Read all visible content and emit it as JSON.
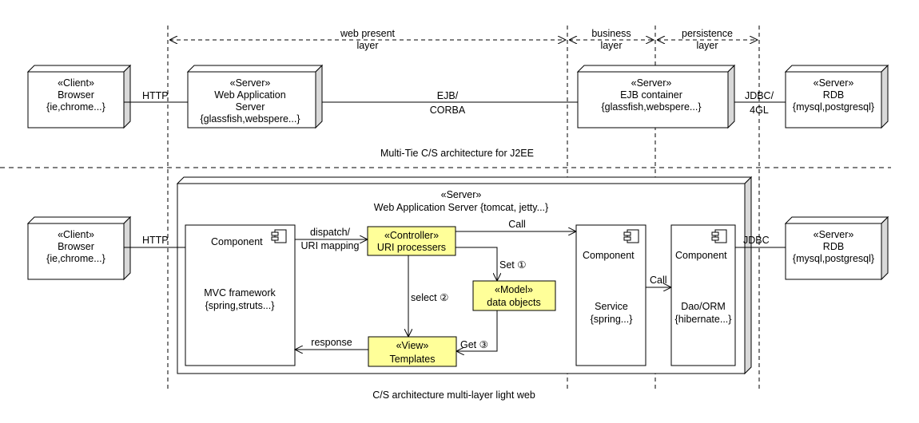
{
  "layers": {
    "web_present": [
      "web present",
      "layer"
    ],
    "business": [
      "business",
      "layer"
    ],
    "persistence": [
      "persistence",
      "layer"
    ]
  },
  "top": {
    "client": [
      "«Client»",
      "Browser",
      "{ie,chrome...}"
    ],
    "http": "HTTP",
    "web_server": [
      "«Server»",
      "Web Application",
      "Server",
      "{glassfish,webspere...}"
    ],
    "ejb_link": [
      "EJB/",
      "CORBA"
    ],
    "ejb_server": [
      "«Server»",
      "EJB container",
      "{glassfish,webspere...}"
    ],
    "jdbc": [
      "JDBC/",
      "4GL"
    ],
    "rdb": [
      "«Server»",
      "RDB",
      "{mysql,postgresql}"
    ],
    "caption": "Multi-Tie C/S architecture for J2EE"
  },
  "bottom": {
    "client": [
      "«Client»",
      "Browser",
      "{ie,chrome...}"
    ],
    "http": "HTTP",
    "server": [
      "«Server»",
      "Web Application Server {tomcat, jetty...}"
    ],
    "mvc": {
      "label": "Component",
      "name": [
        "MVC framework",
        "{spring,struts...}"
      ]
    },
    "dispatch": [
      "dispatch/",
      "URI mapping"
    ],
    "controller": [
      "«Controller»",
      "URI processers"
    ],
    "model": [
      "«Model»",
      "data objects"
    ],
    "view": [
      "«View»",
      "Templates"
    ],
    "set": "Set ①",
    "select": "select ②",
    "get": "Get ③",
    "response": "response",
    "call": "Call",
    "service": {
      "label": "Component",
      "name": [
        "Service",
        "{spring...}"
      ]
    },
    "call2": "Call",
    "dao": {
      "label": "Component",
      "name": [
        "Dao/ORM",
        "{hibernate...}"
      ]
    },
    "jdbc": "JDBC",
    "rdb": [
      "«Server»",
      "RDB",
      "{mysql,postgresql}"
    ],
    "caption": "C/S architecture multi-layer light web"
  },
  "colors": {
    "highlight_fill": "#ffff99",
    "line": "#000000",
    "node_side": "#d9d9d9"
  }
}
